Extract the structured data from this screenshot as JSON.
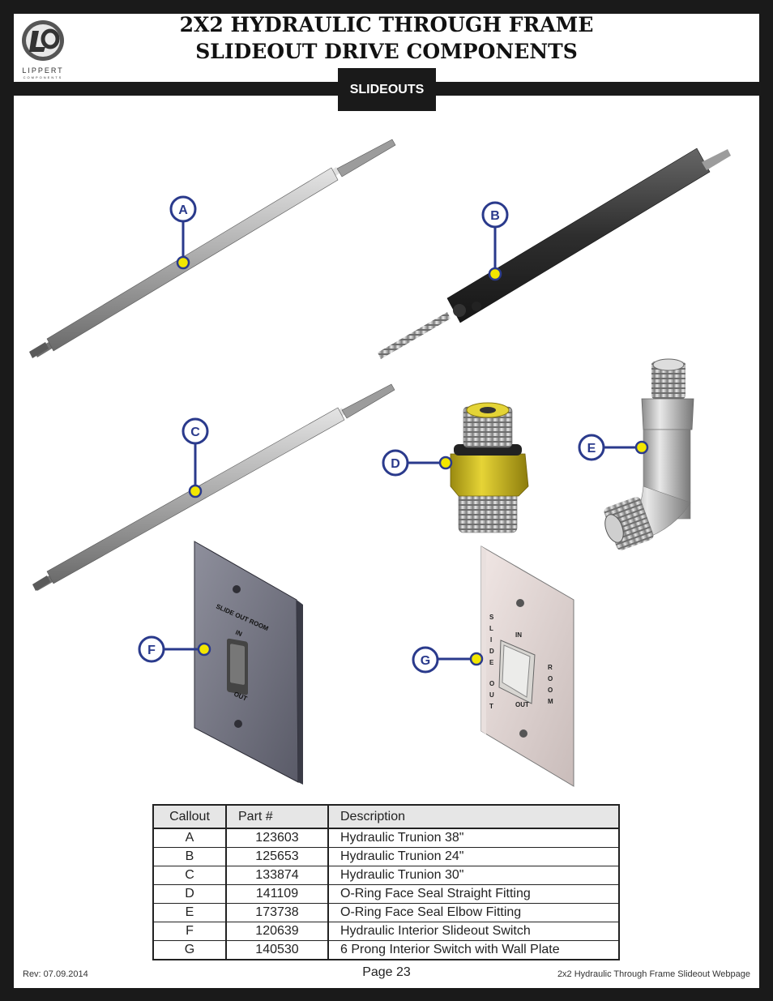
{
  "header": {
    "title_line1": "2X2 HYDRAULIC THROUGH FRAME",
    "title_line2": "SLIDEOUT DRIVE COMPONENTS",
    "tab": "SLIDEOUTS",
    "logo_text": "LIPPERT",
    "logo_subtext": "COMPONENTS"
  },
  "callouts": {
    "A": "A",
    "B": "B",
    "C": "C",
    "D": "D",
    "E": "E",
    "F": "F",
    "G": "G"
  },
  "switch_F": {
    "title": "SLIDE OUT ROOM",
    "in": "IN",
    "out": "OUT"
  },
  "switch_G": {
    "left_letters": [
      "S",
      "L",
      "I",
      "D",
      "E",
      "",
      "O",
      "U",
      "T"
    ],
    "right_letters": [
      "R",
      "O",
      "O",
      "M"
    ],
    "in": "IN",
    "out": "OUT"
  },
  "table": {
    "headers": [
      "Callout",
      "Part #",
      "Description"
    ],
    "rows": [
      [
        "A",
        "123603",
        "Hydraulic Trunion 38\""
      ],
      [
        "B",
        "125653",
        "Hydraulic Trunion 24\""
      ],
      [
        "C",
        "133874",
        "Hydraulic Trunion 30\""
      ],
      [
        "D",
        "141109",
        "O-Ring Face Seal Straight Fitting"
      ],
      [
        "E",
        "173738",
        "O-Ring Face Seal Elbow Fitting"
      ],
      [
        "F",
        "120639",
        "Hydraulic Interior Slideout Switch"
      ],
      [
        "G",
        "140530",
        "6 Prong Interior Switch with Wall Plate"
      ]
    ]
  },
  "footer": {
    "rev": "Rev: 07.09.2014",
    "page": "Page 23",
    "doc": "2x2 Hydraulic Through Frame Slideout Webpage"
  },
  "colors": {
    "frame": "#1a1a1a",
    "callout_ring": "#2a3a8c",
    "callout_dot": "#f2e600",
    "brass": "#c9b520"
  }
}
